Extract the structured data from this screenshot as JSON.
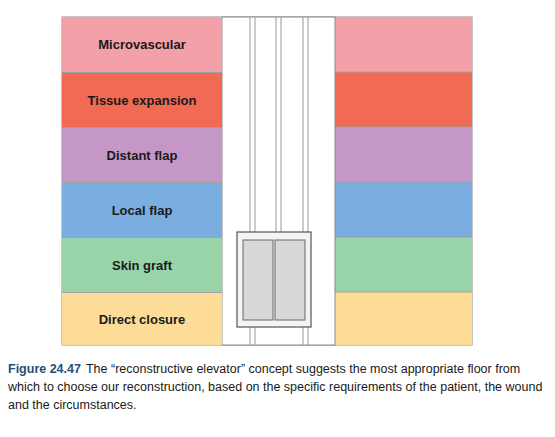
{
  "diagram": {
    "caption": "The “reconstructive elevator” concept suggests the most appropriate floor from which to choose our reconstruction, based on the specific requirements of the patient, the wound and the circumstances.",
    "nodes": [
      {
        "text": [
          "Microvascular"
        ]
      },
      {
        "text": [
          "Tissue expansion"
        ]
      },
      {
        "text": [
          "Distant flap"
        ]
      },
      {
        "text": [
          "Local flap"
        ]
      },
      {
        "text": [
          "Skin graft"
        ]
      },
      {
        "text": [
          "Direct closure"
        ]
      }
    ],
    "labels": [
      "Figure 24.47"
    ]
  }
}
